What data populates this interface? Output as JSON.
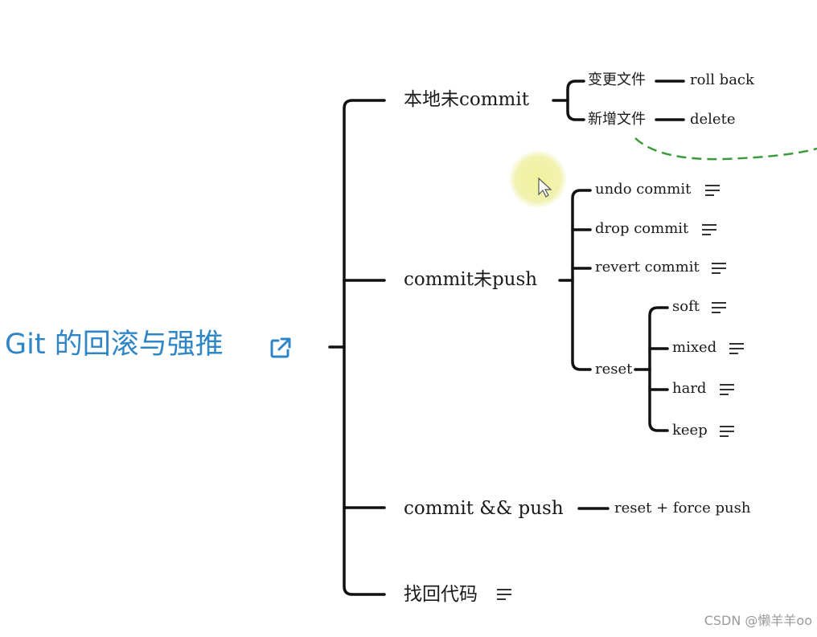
{
  "root": {
    "title": "Git 的回滚与强推",
    "link_icon": "external-link-icon",
    "color": "#2f86c6"
  },
  "branches": [
    {
      "label": "本地未commit",
      "children": [
        {
          "label": "变更文件",
          "action": "roll back"
        },
        {
          "label": "新增文件",
          "action": "delete"
        }
      ]
    },
    {
      "label": "commit未push",
      "children": [
        {
          "label": "undo commit",
          "icon": "notes-icon"
        },
        {
          "label": "drop commit",
          "icon": "notes-icon"
        },
        {
          "label": "revert commit",
          "icon": "notes-icon"
        },
        {
          "label": "reset",
          "children": [
            {
              "label": "soft",
              "icon": "notes-icon"
            },
            {
              "label": "mixed",
              "icon": "notes-icon"
            },
            {
              "label": "hard",
              "icon": "notes-icon"
            },
            {
              "label": "keep",
              "icon": "notes-icon"
            }
          ]
        }
      ]
    },
    {
      "label": "commit && push",
      "action": "reset + force push"
    },
    {
      "label": "找回代码",
      "icon": "notes-icon"
    }
  ],
  "watermark": "CSDN @懒羊羊oo",
  "colors": {
    "line": "#111111",
    "dashed_connector": "#3a9a3a",
    "cursor_highlight": "#eef09a"
  }
}
